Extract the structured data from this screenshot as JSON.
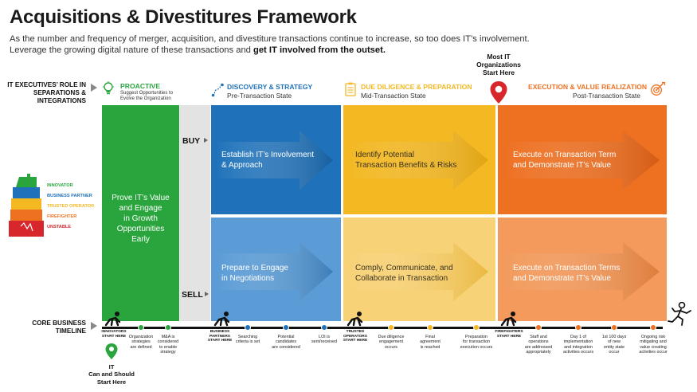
{
  "header": {
    "title": "Acquisitions & Divestitures Framework",
    "subtitle_line1": "As the number and frequency of merger, acquisition, and divestiture transactions continue to increase, so too does IT’s involvement.",
    "subtitle_line2_plain": "Leverage the growing digital nature of these transactions and ",
    "subtitle_line2_bold": "get IT involved from the outset."
  },
  "left_labels": {
    "role": "IT EXECUTIVES’ ROLE IN SEPARATIONS & INTEGRATIONS",
    "core": "CORE BUSINESS TIMELINE"
  },
  "callout": {
    "most_it_l1": "Most IT",
    "most_it_l2": "Organizations",
    "most_it_l3": "Start Here",
    "it_l1": "IT",
    "it_l2": "Can and Should",
    "it_l3": "Start Here"
  },
  "phases": {
    "proactive": {
      "title": "PROACTIVE",
      "sub1": "Suggest Opportunities to",
      "sub2": "Evolve the Organization",
      "color": "#2aa53e"
    },
    "discovery": {
      "title": "DISCOVERY & STRATEGY",
      "sub": "Pre-Transaction State",
      "color": "#1f72ba"
    },
    "diligence": {
      "title": "DUE DILIGENCE & PREPARATION",
      "sub": "Mid-Transaction State",
      "color": "#f3b822"
    },
    "execution": {
      "title": "EXECUTION & VALUE REALIZATION",
      "sub": "Post-Transaction State",
      "color": "#ee7021"
    }
  },
  "rows": {
    "buy": "BUY",
    "sell": "SELL"
  },
  "cells": {
    "proactive_l1": "Prove IT’s Value",
    "proactive_l2": "and Engage",
    "proactive_l3": "in Growth",
    "proactive_l4": "Opportunities",
    "proactive_l5": "Early",
    "buy_discovery_l1": "Establish IT’s Involvement",
    "buy_discovery_l2": "& Approach",
    "buy_diligence_l1": "Identify Potential",
    "buy_diligence_l2": "Transaction Benefits & Risks",
    "buy_execution_l1": "Execute on Transaction Term",
    "buy_execution_l2": "and Demonstrate IT’s Value",
    "sell_discovery_l1": "Prepare to Engage",
    "sell_discovery_l2": "in Negotiations",
    "sell_diligence_l1": "Comply, Communicate, and",
    "sell_diligence_l2": "Collaborate in Transaction",
    "sell_execution_l1": "Execute on Transaction Terms",
    "sell_execution_l2": "and Demonstrate IT’s Value"
  },
  "maturity_stack": [
    {
      "label": "INNOVATOR",
      "color": "#2aa53e"
    },
    {
      "label": "BUSINESS PARTNER",
      "color": "#1f72ba"
    },
    {
      "label": "TRUSTED OPERATOR",
      "color": "#f3b822"
    },
    {
      "label": "FIREFIGHTER",
      "color": "#ee7021"
    },
    {
      "label": "UNSTABLE",
      "color": "#d7262c"
    }
  ],
  "timeline_starts": {
    "innovators_l1": "INNOVATORS",
    "innovators_l2": "START HERE",
    "partners_l1": "BUSINESS",
    "partners_l2": "PARTNERS",
    "partners_l3": "START HERE",
    "operators_l1": "TRUSTED",
    "operators_l2": "OPERATORS",
    "operators_l3": "START HERE",
    "firefighters_l1": "FIREFIGHTERS",
    "firefighters_l2": "START HERE"
  },
  "timeline_events": [
    {
      "l1": "Organization",
      "l2": "strategies",
      "l3": "are defined",
      "l4": "",
      "color": "#2aa53e"
    },
    {
      "l1": "M&A is",
      "l2": "considered",
      "l3": "to enable",
      "l4": "strategy",
      "color": "#2aa53e"
    },
    {
      "l1": "Searching",
      "l2": "criteria is set",
      "l3": "",
      "l4": "",
      "color": "#1f72ba"
    },
    {
      "l1": "Potential",
      "l2": "candidates",
      "l3": "are considered",
      "l4": "",
      "color": "#1f72ba"
    },
    {
      "l1": "LOI is",
      "l2": "sent/received",
      "l3": "",
      "l4": "",
      "color": "#1f72ba"
    },
    {
      "l1": "Due diligence",
      "l2": "engagement",
      "l3": "occurs",
      "l4": "",
      "color": "#f3b822"
    },
    {
      "l1": "Final",
      "l2": "agreement",
      "l3": "is reached",
      "l4": "",
      "color": "#f3b822"
    },
    {
      "l1": "Preparation",
      "l2": "for transaction",
      "l3": "execution occurs",
      "l4": "",
      "color": "#f3b822"
    },
    {
      "l1": "Staff and",
      "l2": "operations",
      "l3": "are addressed",
      "l4": "appropriately",
      "color": "#ee7021"
    },
    {
      "l1": "Day 1 of",
      "l2": "implementation",
      "l3": "and integration",
      "l4": "activities occurs",
      "color": "#ee7021"
    },
    {
      "l1": "1st 100 days",
      "l2": "of new",
      "l3": "entity state",
      "l4": "occur",
      "color": "#ee7021"
    },
    {
      "l1": "Ongoing risk",
      "l2": "mitigating and",
      "l3": "value creating",
      "l4": "activities occur",
      "color": "#ee7021"
    }
  ]
}
